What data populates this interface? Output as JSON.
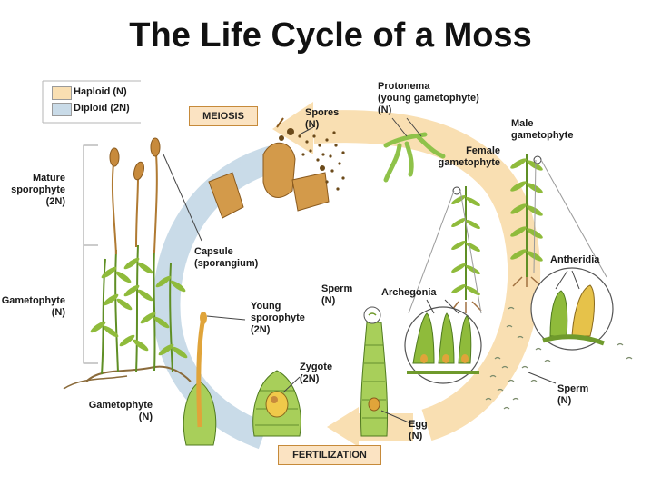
{
  "title": "The Life Cycle of a Moss",
  "legend": [
    {
      "label": "Haploid (N)",
      "color": "#f9dfb2"
    },
    {
      "label": "Diploid (2N)",
      "color": "#c9dbe8"
    }
  ],
  "process_boxes": {
    "meiosis": "MEIOSIS",
    "fertilization": "FERTILIZATION"
  },
  "labels": {
    "mature_sporophyte": [
      "Mature",
      "sporophyte",
      "(2N)"
    ],
    "gametophyte_left": [
      "Gametophyte",
      "(N)"
    ],
    "capsule": [
      "Capsule",
      "(sporangium)"
    ],
    "spores": [
      "Spores",
      "(N)"
    ],
    "protonema": [
      "Protonema",
      "(young gametophyte)",
      "(N)"
    ],
    "male_gametophyte": [
      "Male",
      "gametophyte"
    ],
    "female_gametophyte": [
      "Female",
      "gametophyte"
    ],
    "antheridia": "Antheridia",
    "archegonia": "Archegonia",
    "sperm_top": [
      "Sperm",
      "(N)"
    ],
    "young_sporophyte": [
      "Young",
      "sporophyte",
      "(2N)"
    ],
    "zygote": [
      "Zygote",
      "(2N)"
    ],
    "sperm_right": [
      "Sperm",
      "(N)"
    ],
    "egg": [
      "Egg",
      "(N)"
    ],
    "gametophyte_bottom": [
      "Gametophyte",
      "(N)"
    ]
  },
  "colors": {
    "haploid_arrow": "#f9dfb2",
    "diploid_arrow": "#c9dbe8",
    "moss_green": "#6f9a2c",
    "capsule_brown": "#c78a3c"
  }
}
